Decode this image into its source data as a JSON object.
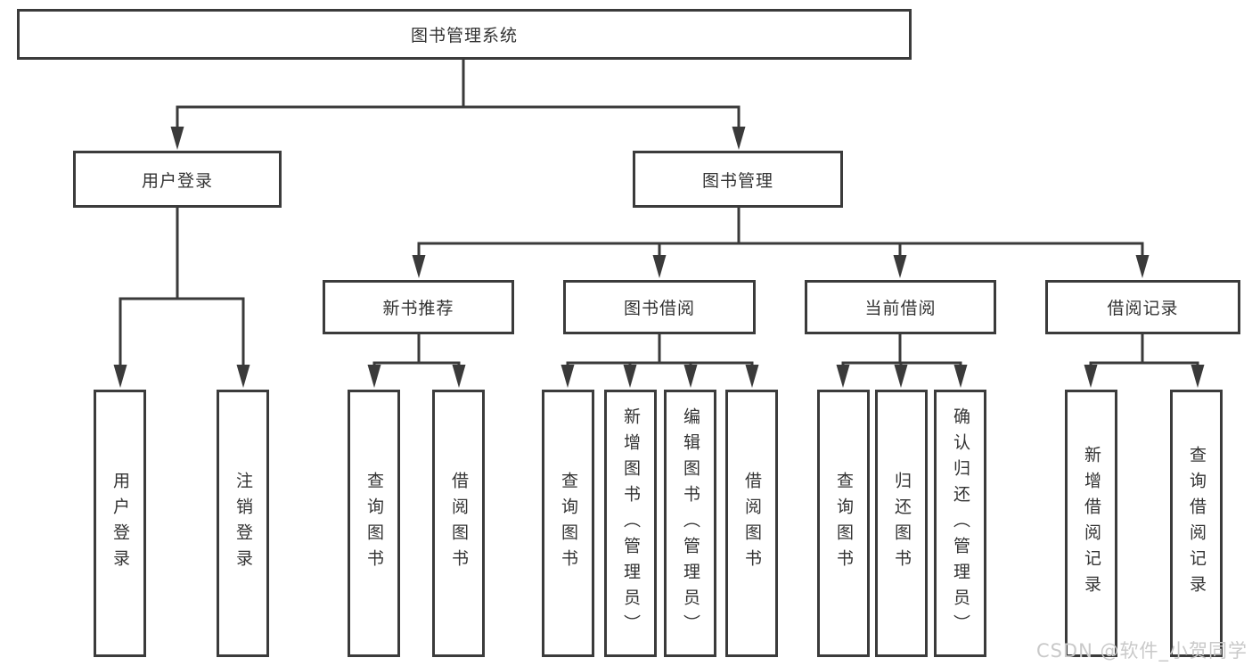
{
  "colors": {
    "background": "#ffffff",
    "line": "#3a3a3a",
    "box_border": "#3b3b3b",
    "box_fill": "#ffffff",
    "text": "#333333",
    "watermark": "#c9c9c9"
  },
  "tree": {
    "root": {
      "label": "图书管理系统"
    },
    "level2": [
      {
        "label": "用户登录",
        "parent": "图书管理系统"
      },
      {
        "label": "图书管理",
        "parent": "图书管理系统"
      }
    ],
    "level3": [
      {
        "label": "新书推荐",
        "parent": "图书管理"
      },
      {
        "label": "图书借阅",
        "parent": "图书管理"
      },
      {
        "label": "当前借阅",
        "parent": "图书管理"
      },
      {
        "label": "借阅记录",
        "parent": "图书管理"
      }
    ],
    "leaves": [
      {
        "label": "用户登录",
        "parent": "用户登录"
      },
      {
        "label": "注销登录",
        "parent": "用户登录"
      },
      {
        "label": "查询图书",
        "parent": "新书推荐"
      },
      {
        "label": "借阅图书",
        "parent": "新书推荐"
      },
      {
        "label": "查询图书",
        "parent": "图书借阅"
      },
      {
        "label": "新增图书（管理员）",
        "parent": "图书借阅"
      },
      {
        "label": "编辑图书（管理员）",
        "parent": "图书借阅"
      },
      {
        "label": "借阅图书",
        "parent": "图书借阅"
      },
      {
        "label": "查询图书",
        "parent": "当前借阅"
      },
      {
        "label": "归还图书",
        "parent": "当前借阅"
      },
      {
        "label": "确认归还（管理员）",
        "parent": "当前借阅"
      },
      {
        "label": "新增借阅记录",
        "parent": "借阅记录"
      },
      {
        "label": "查询借阅记录",
        "parent": "借阅记录"
      }
    ]
  },
  "watermark": {
    "text": "CSDN @软件_小贺同学"
  }
}
